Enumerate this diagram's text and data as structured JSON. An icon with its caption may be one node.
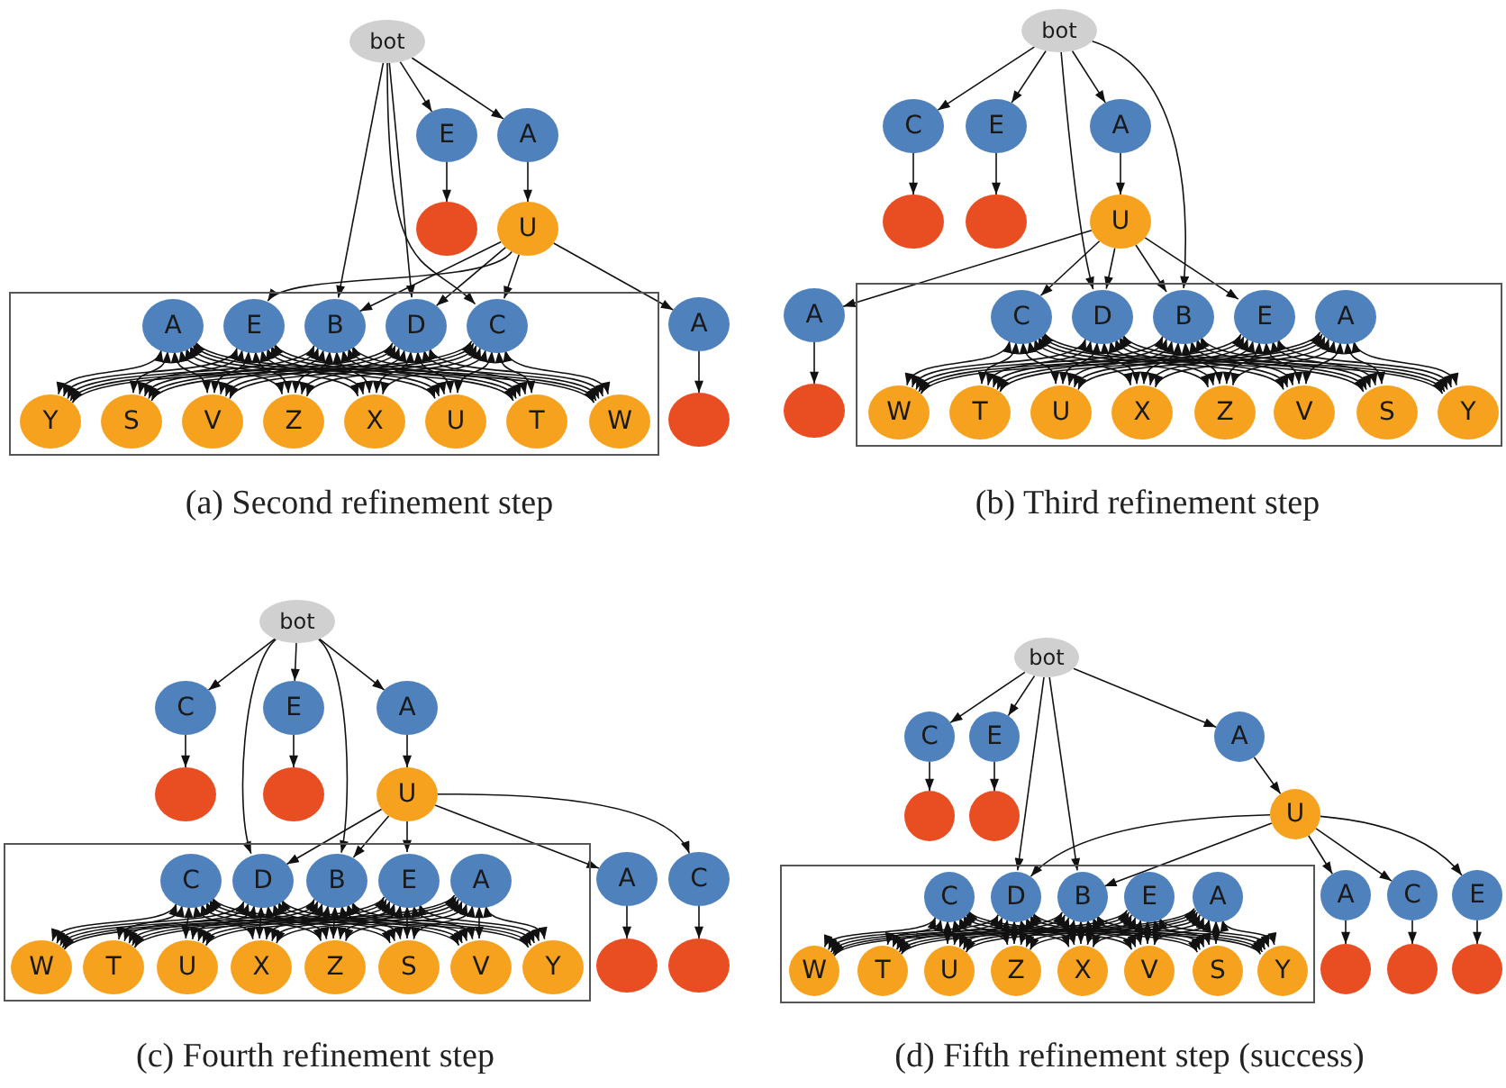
{
  "diagram": {
    "nodes": [
      {
        "text": [
          "bot"
        ]
      },
      {
        "text": [
          "E"
        ]
      },
      {
        "text": [
          "A"
        ]
      },
      {
        "text": [],
        "shape": "circle"
      },
      {
        "text": [
          "U"
        ]
      },
      {
        "text": [],
        "shape": "box"
      },
      {
        "text": [
          "A"
        ],
        "in": 5
      },
      {
        "text": [
          "E"
        ],
        "in": 5
      },
      {
        "text": [
          "B"
        ],
        "in": 5
      },
      {
        "text": [
          "D"
        ],
        "in": 5
      },
      {
        "text": [
          "C"
        ],
        "in": 5
      },
      {
        "text": [
          "Y"
        ],
        "in": 5
      },
      {
        "text": [
          "S"
        ],
        "in": 5
      },
      {
        "text": [
          "V"
        ],
        "in": 5
      },
      {
        "text": [
          "Z"
        ],
        "in": 5
      },
      {
        "text": [
          "X"
        ],
        "in": 5
      },
      {
        "text": [
          "U"
        ],
        "in": 5
      },
      {
        "text": [
          "T"
        ],
        "in": 5
      },
      {
        "text": [
          "W"
        ],
        "in": 5
      },
      {
        "text": [
          "A"
        ]
      },
      {
        "text": [],
        "shape": "circle"
      },
      {
        "text": [
          "bot"
        ]
      },
      {
        "text": [
          "C"
        ]
      },
      {
        "text": [
          "E"
        ]
      },
      {
        "text": [
          "A"
        ]
      },
      {
        "text": [],
        "shape": "circle"
      },
      {
        "text": [],
        "shape": "circle"
      },
      {
        "text": [
          "U"
        ]
      },
      {
        "text": [
          "A"
        ]
      },
      {
        "text": [],
        "shape": "box"
      },
      {
        "text": [
          "C"
        ],
        "in": 29
      },
      {
        "text": [
          "D"
        ],
        "in": 29
      },
      {
        "text": [
          "B"
        ],
        "in": 29
      },
      {
        "text": [
          "E"
        ],
        "in": 29
      },
      {
        "text": [
          "A"
        ],
        "in": 29
      },
      {
        "text": [
          "W"
        ],
        "in": 29
      },
      {
        "text": [
          "T"
        ],
        "in": 29
      },
      {
        "text": [
          "U"
        ],
        "in": 29
      },
      {
        "text": [
          "X"
        ],
        "in": 29
      },
      {
        "text": [
          "Z"
        ],
        "in": 29
      },
      {
        "text": [
          "V"
        ],
        "in": 29
      },
      {
        "text": [
          "S"
        ],
        "in": 29
      },
      {
        "text": [
          "Y"
        ],
        "in": 29
      },
      {
        "text": [],
        "shape": "circle"
      },
      {
        "text": [
          "bot"
        ]
      },
      {
        "text": [
          "C"
        ]
      },
      {
        "text": [
          "E"
        ]
      },
      {
        "text": [
          "A"
        ]
      },
      {
        "text": [],
        "shape": "circle"
      },
      {
        "text": [],
        "shape": "circle"
      },
      {
        "text": [
          "U"
        ]
      },
      {
        "text": [],
        "shape": "box"
      },
      {
        "text": [
          "C"
        ],
        "in": 51
      },
      {
        "text": [
          "D"
        ],
        "in": 51
      },
      {
        "text": [
          "B"
        ],
        "in": 51
      },
      {
        "text": [
          "E"
        ],
        "in": 51
      },
      {
        "text": [
          "A"
        ],
        "in": 51
      },
      {
        "text": [
          "W"
        ],
        "in": 51
      },
      {
        "text": [
          "T"
        ],
        "in": 51
      },
      {
        "text": [
          "U"
        ],
        "in": 51
      },
      {
        "text": [
          "X"
        ],
        "in": 51
      },
      {
        "text": [
          "Z"
        ],
        "in": 51
      },
      {
        "text": [
          "S"
        ],
        "in": 51
      },
      {
        "text": [
          "V"
        ],
        "in": 51
      },
      {
        "text": [
          "Y"
        ],
        "in": 51
      },
      {
        "text": [
          "A"
        ]
      },
      {
        "text": [
          "C"
        ]
      },
      {
        "text": [],
        "shape": "circle"
      },
      {
        "text": [],
        "shape": "circle"
      },
      {
        "text": [
          "bot"
        ]
      },
      {
        "text": [
          "C"
        ]
      },
      {
        "text": [
          "E"
        ]
      },
      {
        "text": [
          "A"
        ]
      },
      {
        "text": [],
        "shape": "circle"
      },
      {
        "text": [],
        "shape": "circle"
      },
      {
        "text": [
          "U"
        ]
      },
      {
        "text": [],
        "shape": "box"
      },
      {
        "text": [
          "C"
        ],
        "in": 76
      },
      {
        "text": [
          "D"
        ],
        "in": 76
      },
      {
        "text": [
          "B"
        ],
        "in": 76
      },
      {
        "text": [
          "E"
        ],
        "in": 76
      },
      {
        "text": [
          "A"
        ],
        "in": 76
      },
      {
        "text": [
          "W"
        ],
        "in": 76
      },
      {
        "text": [
          "T"
        ],
        "in": 76
      },
      {
        "text": [
          "U"
        ],
        "in": 76
      },
      {
        "text": [
          "Z"
        ],
        "in": 76
      },
      {
        "text": [
          "X"
        ],
        "in": 76
      },
      {
        "text": [
          "V"
        ],
        "in": 76
      },
      {
        "text": [
          "S"
        ],
        "in": 76
      },
      {
        "text": [
          "Y"
        ],
        "in": 76
      },
      {
        "text": [
          "A"
        ]
      },
      {
        "text": [
          "C"
        ]
      },
      {
        "text": [
          "E"
        ]
      },
      {
        "text": [],
        "shape": "circle"
      },
      {
        "text": [],
        "shape": "circle"
      },
      {
        "text": [],
        "shape": "circle"
      }
    ],
    "edges": [
      {
        "from": 0,
        "to": 1,
        "arrow": "to"
      },
      {
        "from": 0,
        "to": 2,
        "arrow": "to"
      },
      {
        "from": 1,
        "to": 3,
        "arrow": "to"
      },
      {
        "from": 2,
        "to": 4,
        "arrow": "to"
      },
      {
        "from": 0,
        "to": 8,
        "arrow": "to"
      },
      {
        "from": 0,
        "to": 9,
        "arrow": "to"
      },
      {
        "from": 0,
        "to": 10,
        "arrow": "to"
      },
      {
        "from": 4,
        "to": 7,
        "arrow": "to"
      },
      {
        "from": 4,
        "to": 8,
        "arrow": "to"
      },
      {
        "from": 4,
        "to": 9,
        "arrow": "to"
      },
      {
        "from": 4,
        "to": 10,
        "arrow": "to"
      },
      {
        "from": 4,
        "to": 19,
        "arrow": "to"
      },
      {
        "from": 19,
        "to": 20,
        "arrow": "to"
      },
      {
        "from": 6,
        "to": 11,
        "arrow": "both"
      },
      {
        "from": 6,
        "to": 12,
        "arrow": "both"
      },
      {
        "from": 6,
        "to": 13,
        "arrow": "both"
      },
      {
        "from": 6,
        "to": 14,
        "arrow": "both"
      },
      {
        "from": 6,
        "to": 15,
        "arrow": "both"
      },
      {
        "from": 6,
        "to": 16,
        "arrow": "both"
      },
      {
        "from": 6,
        "to": 17,
        "arrow": "both"
      },
      {
        "from": 6,
        "to": 18,
        "arrow": "both"
      },
      {
        "from": 7,
        "to": 11,
        "arrow": "both"
      },
      {
        "from": 7,
        "to": 12,
        "arrow": "both"
      },
      {
        "from": 7,
        "to": 13,
        "arrow": "both"
      },
      {
        "from": 7,
        "to": 14,
        "arrow": "both"
      },
      {
        "from": 7,
        "to": 15,
        "arrow": "both"
      },
      {
        "from": 7,
        "to": 16,
        "arrow": "both"
      },
      {
        "from": 7,
        "to": 17,
        "arrow": "both"
      },
      {
        "from": 7,
        "to": 18,
        "arrow": "both"
      },
      {
        "from": 8,
        "to": 11,
        "arrow": "both"
      },
      {
        "from": 8,
        "to": 12,
        "arrow": "both"
      },
      {
        "from": 8,
        "to": 13,
        "arrow": "both"
      },
      {
        "from": 8,
        "to": 14,
        "arrow": "both"
      },
      {
        "from": 8,
        "to": 15,
        "arrow": "both"
      },
      {
        "from": 8,
        "to": 16,
        "arrow": "both"
      },
      {
        "from": 8,
        "to": 17,
        "arrow": "both"
      },
      {
        "from": 8,
        "to": 18,
        "arrow": "both"
      },
      {
        "from": 9,
        "to": 11,
        "arrow": "both"
      },
      {
        "from": 9,
        "to": 12,
        "arrow": "both"
      },
      {
        "from": 9,
        "to": 13,
        "arrow": "both"
      },
      {
        "from": 9,
        "to": 14,
        "arrow": "both"
      },
      {
        "from": 9,
        "to": 15,
        "arrow": "both"
      },
      {
        "from": 9,
        "to": 16,
        "arrow": "both"
      },
      {
        "from": 9,
        "to": 17,
        "arrow": "both"
      },
      {
        "from": 9,
        "to": 18,
        "arrow": "both"
      },
      {
        "from": 10,
        "to": 11,
        "arrow": "both"
      },
      {
        "from": 10,
        "to": 12,
        "arrow": "both"
      },
      {
        "from": 10,
        "to": 13,
        "arrow": "both"
      },
      {
        "from": 10,
        "to": 14,
        "arrow": "both"
      },
      {
        "from": 10,
        "to": 15,
        "arrow": "both"
      },
      {
        "from": 10,
        "to": 16,
        "arrow": "both"
      },
      {
        "from": 10,
        "to": 17,
        "arrow": "both"
      },
      {
        "from": 10,
        "to": 18,
        "arrow": "both"
      },
      {
        "from": 21,
        "to": 22,
        "arrow": "to"
      },
      {
        "from": 21,
        "to": 23,
        "arrow": "to"
      },
      {
        "from": 21,
        "to": 24,
        "arrow": "to"
      },
      {
        "from": 21,
        "to": 31,
        "arrow": "to"
      },
      {
        "from": 21,
        "to": 32,
        "arrow": "to"
      },
      {
        "from": 22,
        "to": 25,
        "arrow": "to"
      },
      {
        "from": 23,
        "to": 26,
        "arrow": "to"
      },
      {
        "from": 24,
        "to": 27,
        "arrow": "to"
      },
      {
        "from": 27,
        "to": 28,
        "arrow": "to"
      },
      {
        "from": 27,
        "to": 30,
        "arrow": "to"
      },
      {
        "from": 27,
        "to": 31,
        "arrow": "to"
      },
      {
        "from": 27,
        "to": 32,
        "arrow": "to"
      },
      {
        "from": 27,
        "to": 33,
        "arrow": "to"
      },
      {
        "from": 28,
        "to": 43,
        "arrow": "to"
      },
      {
        "from": 30,
        "to": 35,
        "arrow": "both"
      },
      {
        "from": 30,
        "to": 36,
        "arrow": "both"
      },
      {
        "from": 30,
        "to": 37,
        "arrow": "both"
      },
      {
        "from": 30,
        "to": 38,
        "arrow": "both"
      },
      {
        "from": 30,
        "to": 39,
        "arrow": "both"
      },
      {
        "from": 30,
        "to": 40,
        "arrow": "both"
      },
      {
        "from": 30,
        "to": 41,
        "arrow": "both"
      },
      {
        "from": 30,
        "to": 42,
        "arrow": "both"
      },
      {
        "from": 31,
        "to": 35,
        "arrow": "both"
      },
      {
        "from": 31,
        "to": 36,
        "arrow": "both"
      },
      {
        "from": 31,
        "to": 37,
        "arrow": "both"
      },
      {
        "from": 31,
        "to": 38,
        "arrow": "both"
      },
      {
        "from": 31,
        "to": 39,
        "arrow": "both"
      },
      {
        "from": 31,
        "to": 40,
        "arrow": "both"
      },
      {
        "from": 31,
        "to": 41,
        "arrow": "both"
      },
      {
        "from": 31,
        "to": 42,
        "arrow": "both"
      },
      {
        "from": 32,
        "to": 35,
        "arrow": "both"
      },
      {
        "from": 32,
        "to": 36,
        "arrow": "both"
      },
      {
        "from": 32,
        "to": 37,
        "arrow": "both"
      },
      {
        "from": 32,
        "to": 38,
        "arrow": "both"
      },
      {
        "from": 32,
        "to": 39,
        "arrow": "both"
      },
      {
        "from": 32,
        "to": 40,
        "arrow": "both"
      },
      {
        "from": 32,
        "to": 41,
        "arrow": "both"
      },
      {
        "from": 32,
        "to": 42,
        "arrow": "both"
      },
      {
        "from": 33,
        "to": 35,
        "arrow": "both"
      },
      {
        "from": 33,
        "to": 36,
        "arrow": "both"
      },
      {
        "from": 33,
        "to": 37,
        "arrow": "both"
      },
      {
        "from": 33,
        "to": 38,
        "arrow": "both"
      },
      {
        "from": 33,
        "to": 39,
        "arrow": "both"
      },
      {
        "from": 33,
        "to": 40,
        "arrow": "both"
      },
      {
        "from": 33,
        "to": 41,
        "arrow": "both"
      },
      {
        "from": 33,
        "to": 42,
        "arrow": "both"
      },
      {
        "from": 34,
        "to": 35,
        "arrow": "both"
      },
      {
        "from": 34,
        "to": 36,
        "arrow": "both"
      },
      {
        "from": 34,
        "to": 37,
        "arrow": "both"
      },
      {
        "from": 34,
        "to": 38,
        "arrow": "both"
      },
      {
        "from": 34,
        "to": 39,
        "arrow": "both"
      },
      {
        "from": 34,
        "to": 40,
        "arrow": "both"
      },
      {
        "from": 34,
        "to": 41,
        "arrow": "both"
      },
      {
        "from": 34,
        "to": 42,
        "arrow": "both"
      },
      {
        "from": 44,
        "to": 45,
        "arrow": "to"
      },
      {
        "from": 44,
        "to": 46,
        "arrow": "to"
      },
      {
        "from": 44,
        "to": 47,
        "arrow": "to"
      },
      {
        "from": 44,
        "to": 53,
        "arrow": "to"
      },
      {
        "from": 44,
        "to": 54,
        "arrow": "to"
      },
      {
        "from": 45,
        "to": 48,
        "arrow": "to"
      },
      {
        "from": 46,
        "to": 49,
        "arrow": "to"
      },
      {
        "from": 47,
        "to": 50,
        "arrow": "to"
      },
      {
        "from": 50,
        "to": 53,
        "arrow": "to"
      },
      {
        "from": 50,
        "to": 54,
        "arrow": "to"
      },
      {
        "from": 50,
        "to": 55,
        "arrow": "to"
      },
      {
        "from": 50,
        "to": 65,
        "arrow": "to"
      },
      {
        "from": 50,
        "to": 66,
        "arrow": "to"
      },
      {
        "from": 65,
        "to": 67,
        "arrow": "to"
      },
      {
        "from": 66,
        "to": 68,
        "arrow": "to"
      },
      {
        "from": 52,
        "to": 57,
        "arrow": "both"
      },
      {
        "from": 52,
        "to": 58,
        "arrow": "both"
      },
      {
        "from": 52,
        "to": 59,
        "arrow": "both"
      },
      {
        "from": 52,
        "to": 60,
        "arrow": "both"
      },
      {
        "from": 52,
        "to": 61,
        "arrow": "both"
      },
      {
        "from": 52,
        "to": 62,
        "arrow": "both"
      },
      {
        "from": 52,
        "to": 63,
        "arrow": "both"
      },
      {
        "from": 52,
        "to": 64,
        "arrow": "both"
      },
      {
        "from": 53,
        "to": 57,
        "arrow": "both"
      },
      {
        "from": 53,
        "to": 58,
        "arrow": "both"
      },
      {
        "from": 53,
        "to": 59,
        "arrow": "both"
      },
      {
        "from": 53,
        "to": 60,
        "arrow": "both"
      },
      {
        "from": 53,
        "to": 61,
        "arrow": "both"
      },
      {
        "from": 53,
        "to": 62,
        "arrow": "both"
      },
      {
        "from": 53,
        "to": 63,
        "arrow": "both"
      },
      {
        "from": 53,
        "to": 64,
        "arrow": "both"
      },
      {
        "from": 54,
        "to": 57,
        "arrow": "both"
      },
      {
        "from": 54,
        "to": 58,
        "arrow": "both"
      },
      {
        "from": 54,
        "to": 59,
        "arrow": "both"
      },
      {
        "from": 54,
        "to": 60,
        "arrow": "both"
      },
      {
        "from": 54,
        "to": 61,
        "arrow": "both"
      },
      {
        "from": 54,
        "to": 62,
        "arrow": "both"
      },
      {
        "from": 54,
        "to": 63,
        "arrow": "both"
      },
      {
        "from": 54,
        "to": 64,
        "arrow": "both"
      },
      {
        "from": 55,
        "to": 57,
        "arrow": "both"
      },
      {
        "from": 55,
        "to": 58,
        "arrow": "both"
      },
      {
        "from": 55,
        "to": 59,
        "arrow": "both"
      },
      {
        "from": 55,
        "to": 60,
        "arrow": "both"
      },
      {
        "from": 55,
        "to": 61,
        "arrow": "both"
      },
      {
        "from": 55,
        "to": 62,
        "arrow": "both"
      },
      {
        "from": 55,
        "to": 63,
        "arrow": "both"
      },
      {
        "from": 55,
        "to": 64,
        "arrow": "both"
      },
      {
        "from": 56,
        "to": 57,
        "arrow": "both"
      },
      {
        "from": 56,
        "to": 58,
        "arrow": "both"
      },
      {
        "from": 56,
        "to": 59,
        "arrow": "both"
      },
      {
        "from": 56,
        "to": 60,
        "arrow": "both"
      },
      {
        "from": 56,
        "to": 61,
        "arrow": "both"
      },
      {
        "from": 56,
        "to": 62,
        "arrow": "both"
      },
      {
        "from": 56,
        "to": 63,
        "arrow": "both"
      },
      {
        "from": 56,
        "to": 64,
        "arrow": "both"
      },
      {
        "from": 69,
        "to": 70,
        "arrow": "to"
      },
      {
        "from": 69,
        "to": 71,
        "arrow": "to"
      },
      {
        "from": 69,
        "to": 72,
        "arrow": "to"
      },
      {
        "from": 69,
        "to": 78,
        "arrow": "to"
      },
      {
        "from": 69,
        "to": 79,
        "arrow": "to"
      },
      {
        "from": 70,
        "to": 73,
        "arrow": "to"
      },
      {
        "from": 71,
        "to": 74,
        "arrow": "to"
      },
      {
        "from": 72,
        "to": 75,
        "arrow": "to"
      },
      {
        "from": 75,
        "to": 78,
        "arrow": "to"
      },
      {
        "from": 75,
        "to": 79,
        "arrow": "to"
      },
      {
        "from": 75,
        "to": 90,
        "arrow": "to"
      },
      {
        "from": 75,
        "to": 91,
        "arrow": "to"
      },
      {
        "from": 75,
        "to": 92,
        "arrow": "to"
      },
      {
        "from": 90,
        "to": 93,
        "arrow": "to"
      },
      {
        "from": 91,
        "to": 94,
        "arrow": "to"
      },
      {
        "from": 92,
        "to": 95,
        "arrow": "to"
      },
      {
        "from": 77,
        "to": 82,
        "arrow": "both"
      },
      {
        "from": 77,
        "to": 83,
        "arrow": "both"
      },
      {
        "from": 77,
        "to": 84,
        "arrow": "both"
      },
      {
        "from": 77,
        "to": 85,
        "arrow": "both"
      },
      {
        "from": 77,
        "to": 86,
        "arrow": "both"
      },
      {
        "from": 77,
        "to": 87,
        "arrow": "both"
      },
      {
        "from": 77,
        "to": 88,
        "arrow": "both"
      },
      {
        "from": 77,
        "to": 89,
        "arrow": "both"
      },
      {
        "from": 78,
        "to": 82,
        "arrow": "both"
      },
      {
        "from": 78,
        "to": 83,
        "arrow": "both"
      },
      {
        "from": 78,
        "to": 84,
        "arrow": "both"
      },
      {
        "from": 78,
        "to": 85,
        "arrow": "both"
      },
      {
        "from": 78,
        "to": 86,
        "arrow": "both"
      },
      {
        "from": 78,
        "to": 87,
        "arrow": "both"
      },
      {
        "from": 78,
        "to": 88,
        "arrow": "both"
      },
      {
        "from": 78,
        "to": 89,
        "arrow": "both"
      },
      {
        "from": 79,
        "to": 82,
        "arrow": "both"
      },
      {
        "from": 79,
        "to": 83,
        "arrow": "both"
      },
      {
        "from": 79,
        "to": 84,
        "arrow": "both"
      },
      {
        "from": 79,
        "to": 85,
        "arrow": "both"
      },
      {
        "from": 79,
        "to": 86,
        "arrow": "both"
      },
      {
        "from": 79,
        "to": 87,
        "arrow": "both"
      },
      {
        "from": 79,
        "to": 88,
        "arrow": "both"
      },
      {
        "from": 79,
        "to": 89,
        "arrow": "both"
      },
      {
        "from": 80,
        "to": 82,
        "arrow": "both"
      },
      {
        "from": 80,
        "to": 83,
        "arrow": "both"
      },
      {
        "from": 80,
        "to": 84,
        "arrow": "both"
      },
      {
        "from": 80,
        "to": 85,
        "arrow": "both"
      },
      {
        "from": 80,
        "to": 86,
        "arrow": "both"
      },
      {
        "from": 80,
        "to": 87,
        "arrow": "both"
      },
      {
        "from": 80,
        "to": 88,
        "arrow": "both"
      },
      {
        "from": 80,
        "to": 89,
        "arrow": "both"
      },
      {
        "from": 81,
        "to": 82,
        "arrow": "both"
      },
      {
        "from": 81,
        "to": 83,
        "arrow": "both"
      },
      {
        "from": 81,
        "to": 84,
        "arrow": "both"
      },
      {
        "from": 81,
        "to": 85,
        "arrow": "both"
      },
      {
        "from": 81,
        "to": 86,
        "arrow": "both"
      },
      {
        "from": 81,
        "to": 87,
        "arrow": "both"
      },
      {
        "from": 81,
        "to": 88,
        "arrow": "both"
      },
      {
        "from": 81,
        "to": 89,
        "arrow": "both"
      }
    ],
    "labels": [
      "(a) Second refinement step",
      "(b) Third refinement step",
      "(c) Fourth refinement step",
      "(d) Fifth refinement step (success)"
    ]
  }
}
